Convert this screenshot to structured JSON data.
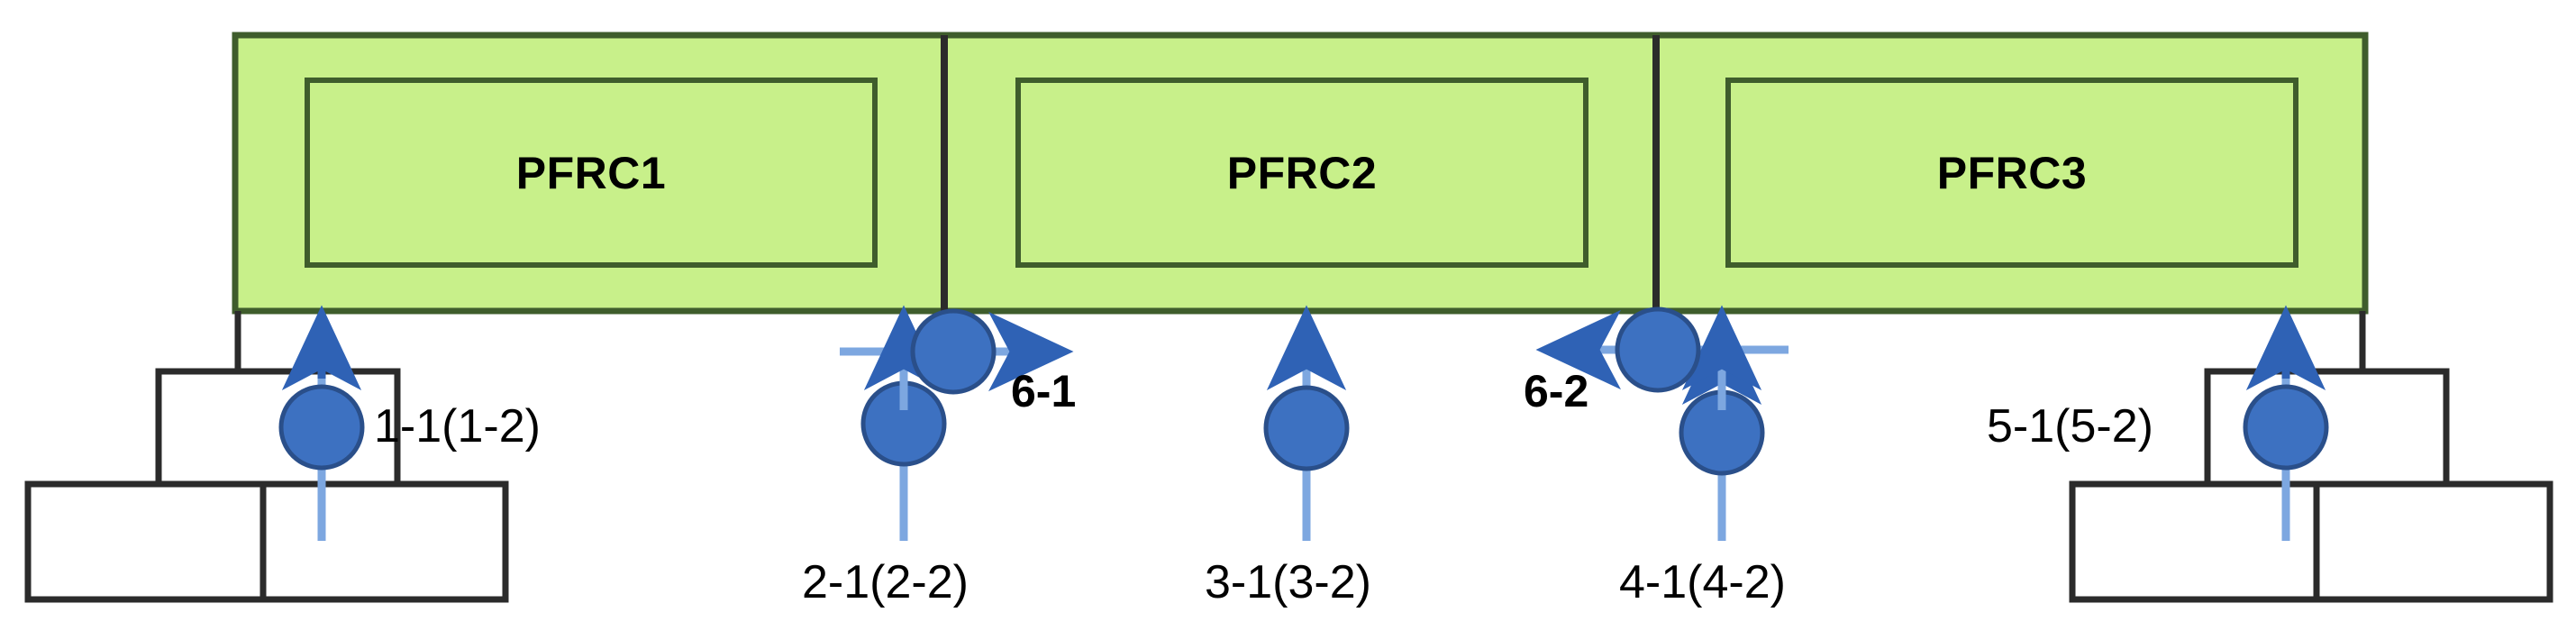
{
  "diagram": {
    "title": "PFRC beam specimen sensor layout",
    "colors": {
      "beam_fill": "#c8f08a",
      "beam_stroke": "#3f5d2c",
      "support_stroke": "#2b2b2b",
      "sensor_fill": "#3d71c1",
      "sensor_stroke": "#2a4f8a",
      "arrow_blue": "#7da7e0",
      "arrow_blue_dark": "#2f62b5",
      "text": "#000000",
      "background": "#ffffff"
    },
    "beam": {
      "segments": [
        {
          "id": "pfrc1",
          "label": "PFRC1"
        },
        {
          "id": "pfrc2",
          "label": "PFRC2"
        },
        {
          "id": "pfrc3",
          "label": "PFRC3"
        }
      ]
    },
    "sensors": [
      {
        "id": "s1",
        "label": "1-1(1-2)",
        "arrow": "up",
        "label_side": "right"
      },
      {
        "id": "s2",
        "label": "2-1(2-2)",
        "arrow": "up",
        "label_side": "below"
      },
      {
        "id": "s3",
        "label": "3-1(3-2)",
        "arrow": "up",
        "label_side": "below"
      },
      {
        "id": "s4",
        "label": "4-1(4-2)",
        "arrow": "up",
        "label_side": "below"
      },
      {
        "id": "s5",
        "label": "5-1(5-2)",
        "arrow": "up",
        "label_side": "left"
      },
      {
        "id": "s6",
        "label": "6-1",
        "arrow": "up-right",
        "label_side": "right"
      },
      {
        "id": "s7",
        "label": "6-2",
        "arrow": "up-left",
        "label_side": "left"
      }
    ],
    "supports": [
      {
        "id": "support-left",
        "position": "left"
      },
      {
        "id": "support-right",
        "position": "right"
      }
    ]
  }
}
